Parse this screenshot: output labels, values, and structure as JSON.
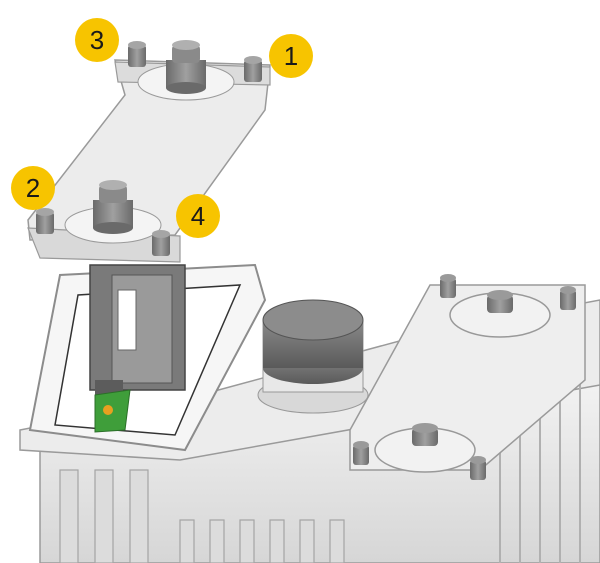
{
  "callouts": [
    {
      "label": "3"
    },
    {
      "label": "1"
    },
    {
      "label": "2"
    },
    {
      "label": "4"
    }
  ],
  "colors": {
    "callout": "#f7c400",
    "housing": "#e6e6e6",
    "housing_shadow": "#c9c9c9",
    "bolt": "#7a7a7a",
    "cap": "#6f6f6f",
    "board": "#3f9e3a"
  },
  "icons": [
    "hex-bolt",
    "fuse-holder",
    "circuit-board"
  ]
}
